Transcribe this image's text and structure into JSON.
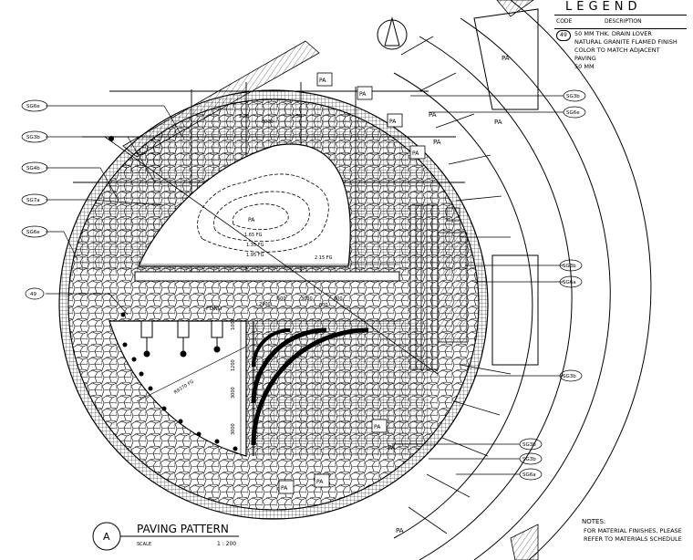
{
  "legend": {
    "title": "LEGEND",
    "col_code": "CODE",
    "col_description": "DESCRIPTION",
    "row_code": "49",
    "row_description": "50 MM THK. DRAIN LOVER\nNATURAL GRANITE FLAMED FINISH\nCOLOR TO MATCH ADJACENT\nPAVING\n50 MM"
  },
  "callouts_left": [
    "SG6e",
    "SG3b",
    "SG4b",
    "SG7a",
    "SG6e",
    "49"
  ],
  "callouts_right": [
    "SG3b",
    "SG6e",
    "SG3b",
    "SG6a",
    "SG3b",
    "SG3b",
    "SG3b",
    "SG6a"
  ],
  "pa_labels": [
    "PA",
    "PA",
    "PA",
    "PA",
    "PA",
    "PA",
    "PA",
    "PA",
    "PA",
    "PA",
    "PA",
    "PA",
    "PA"
  ],
  "mound": {
    "center_label": "PA",
    "contours": [
      "1.65 FG",
      "1.35 FG",
      "1.95 FG",
      "2.15 FG"
    ]
  },
  "pond": {
    "label": "POND",
    "radius_label": "R9370 FG"
  },
  "dims_top": [
    "2900",
    "600",
    "3030",
    "600",
    "600"
  ],
  "dims_side": [
    "1000",
    "1200",
    "3000",
    "3000"
  ],
  "dims_upper": [
    "2.20",
    "6000",
    "3.50"
  ],
  "title_block": {
    "marker": "A",
    "title": "PAVING PATTERN",
    "scale_label": "SCALE",
    "scale_value": "1 : 200"
  },
  "notes": {
    "title": "NOTES:",
    "text": "FOR MATERIAL FINISHES, PLEASE\nREFER TO MATERIALS SCHEDULE"
  }
}
